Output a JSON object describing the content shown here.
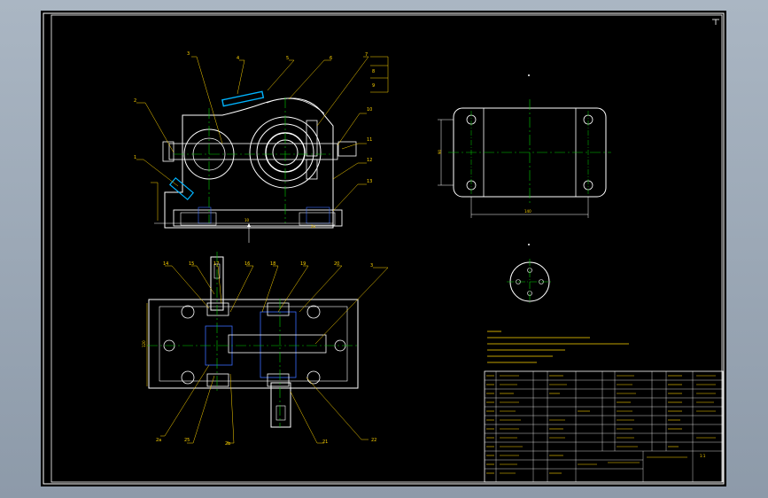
{
  "colors": {
    "background": "#000000",
    "outline": "#ffffff",
    "centerline": "#00d000",
    "leader": "#ffd400",
    "dimension": "#ffffff",
    "hatch": "#0000ff",
    "highlight": "#00b4ff"
  },
  "front_view": {
    "callouts": [
      "2",
      "4",
      "5",
      "6",
      "7",
      "3",
      "1",
      "8",
      "10",
      "11",
      "12",
      "13",
      "9"
    ],
    "dimension_bottom": "10",
    "dimension_bottom2": "2a"
  },
  "plan_view": {
    "callouts_top": [
      "14",
      "15",
      "17",
      "16",
      "18",
      "19",
      "20",
      "3"
    ],
    "callouts_bottom": [
      "2a",
      "25",
      "2b",
      "21",
      "22"
    ],
    "dimension_left": "120"
  },
  "foot_view": {
    "dimension_width": "140",
    "dimension_height": "90"
  },
  "title_block": {
    "drawing_no": "1:1"
  }
}
